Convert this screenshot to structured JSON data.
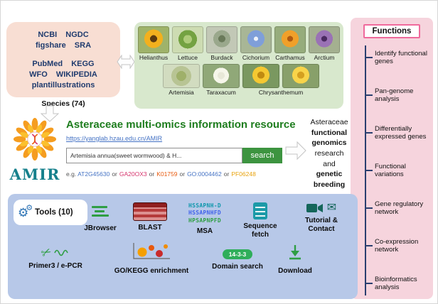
{
  "colors": {
    "box-pink": "#f8ded3",
    "box-green": "#d8e8cd",
    "box-blue": "#b7c8e8",
    "panel-pink": "#f6d4dd",
    "navy": "#1f3b6e",
    "title-green": "#1e7d1e",
    "url-blue": "#4472c4",
    "amir-teal": "#16808c",
    "search-green": "#3d9440",
    "accent-pink": "#ef6a9c",
    "line-navy": "#2a3f6f",
    "gear-blue": "#2e74b5",
    "tool-green": "#2f9e44",
    "blast-red": "#8f1f1f",
    "seq-teal": "#1c9aa8",
    "badge-green": "#2fae5a",
    "icon-dark": "#14665a",
    "petal-orange": "#f59d20",
    "petal-yellow": "#fbc02d"
  },
  "icons": {
    "gear": "⚙",
    "envelope": "✉",
    "scissors": "✂"
  },
  "sources": {
    "group1": [
      "NCBI NGDC",
      "figshare SRA"
    ],
    "group2": [
      "PubMed KEGG",
      "WFO WIKIPEDIA",
      "plantillustrations"
    ],
    "species_label": "Species (74)"
  },
  "plants": {
    "row1": [
      {
        "name": "Helianthus",
        "style": "background:radial-gradient(circle at 50% 46%, #5b3a10 0 5px, #f2b01e 5px 13px, #9fb36a 13px)"
      },
      {
        "name": "Lettuce",
        "style": "background:radial-gradient(circle at 50% 48%, #aecb7a 0 6px, #74a242 6px 13px, #cddcb2 13px)"
      },
      {
        "name": "Burdack",
        "style": "background:radial-gradient(circle at 50% 46%, #6a7a5a 0 5px, #9aa88c 5px 12px, #c2c8b6 12px)"
      },
      {
        "name": "Cichorium",
        "style": "background:radial-gradient(circle at 50% 46%, #eef2f8 0 3px, #7f9fd9 3px 12px, #a8b696 12px)"
      },
      {
        "name": "Carthamus",
        "style": "background:radial-gradient(circle at 50% 46%, #b05a10 0 4px, #f0a02a 4px 12px, #96ac7c 12px)"
      },
      {
        "name": "Arctium",
        "style": "background:radial-gradient(circle at 50% 46%, #4a2a60 0 4px, #9a72b5 4px 12px, #a4b090 12px)"
      }
    ],
    "row2": [
      {
        "name": "Artemisia",
        "style": "background:radial-gradient(circle at 50% 50%, #9fb06a 0 7px, #b8c494 7px 14px, #d2dcc0 14px)"
      },
      {
        "name": "Taraxacum",
        "style": "background:radial-gradient(circle at 50% 48%, #e8e8d8 0 5px, #f6f6ea 5px 11px, #90a878 11px)"
      }
    ],
    "row2_group": {
      "label": "Chrysanthemum",
      "images": [
        {
          "style": "background:radial-gradient(circle at 50% 46%, #c08a10 0 5px, #f5c832 5px 12px, #7a9860 12px)"
        },
        {
          "style": "background:radial-gradient(circle at 50% 46%, #d4a020 0 5px, #f8d44a 5px 12px, #88a06a 12px)"
        }
      ]
    }
  },
  "functions": {
    "title": "Functions",
    "items": [
      "Identify functional genes",
      "Pan-genome analysis",
      "Differentially expressed genes",
      "Functional variations",
      "Gene regulatory network",
      "Co-expression network",
      "Bioinformatics analysis"
    ]
  },
  "main": {
    "logo_text": "AMIR",
    "title": "Asteraceae multi-omics information resource",
    "url": "https://yanglab.hzau.edu.cn/AMIR",
    "search_value": "Artemisia annua(sweet wormwood) & H...",
    "search_button": "search",
    "example_prefix": "e.g.",
    "example_or": "or",
    "example_items": [
      {
        "text": "AT2G45630",
        "style": "color:#4472c4"
      },
      {
        "text": "GA20OX3",
        "style": "color:#d6336c"
      },
      {
        "text": "K01759",
        "style": "color:#e8590c"
      },
      {
        "text": "GO:0004462",
        "style": "color:#4472c4"
      },
      {
        "text": "PF06248",
        "style": "color:#e8a20c"
      }
    ]
  },
  "outcome": {
    "lines": [
      {
        "text": "Asteraceae",
        "style": ""
      },
      {
        "text": "functional",
        "style": "font-weight:700"
      },
      {
        "text": "genomics",
        "style": "font-weight:700"
      },
      {
        "text": "research",
        "style": ""
      },
      {
        "text": "and",
        "style": ""
      },
      {
        "text": "genetic breeding",
        "style": "font-weight:700"
      }
    ]
  },
  "tools": {
    "title": "Tools (10)",
    "jbrowser": "JBrowser",
    "blast": "BLAST",
    "msa": "MSA",
    "msa_lines": [
      {
        "text": "HSSAPNH-D",
        "style": "color:#1098ad"
      },
      {
        "text": "HSSAPNHFD",
        "style": "color:#4263eb"
      },
      {
        "text": "HPSAPNPFD",
        "style": "color:#2f9e44"
      }
    ],
    "sequence_fetch": "Sequence fetch",
    "tutorial_line1": "Tutorial &",
    "tutorial_line2": "Contact",
    "primer": "Primer3 / e-PCR",
    "gokegg": "GO/KEGG enrichment",
    "domain_badge": "14-3-3",
    "domain": "Domain search",
    "download": "Download"
  }
}
